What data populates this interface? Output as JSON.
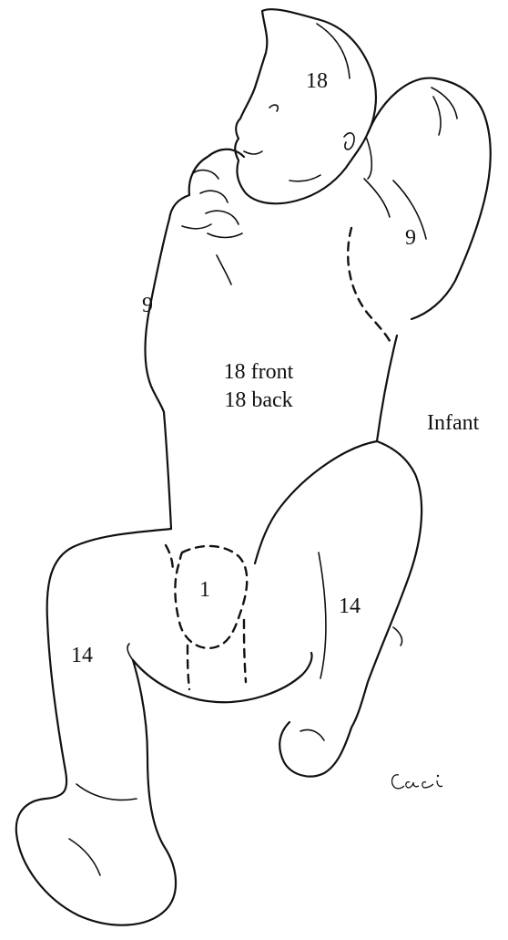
{
  "labels": {
    "head": "18",
    "right_arm": "9",
    "left_arm": "9",
    "trunk_front": "18 front",
    "trunk_back": "18 back",
    "genitalia": "1",
    "left_leg": "14",
    "right_leg": "14",
    "caption": "Infant"
  },
  "signature": "Caci"
}
